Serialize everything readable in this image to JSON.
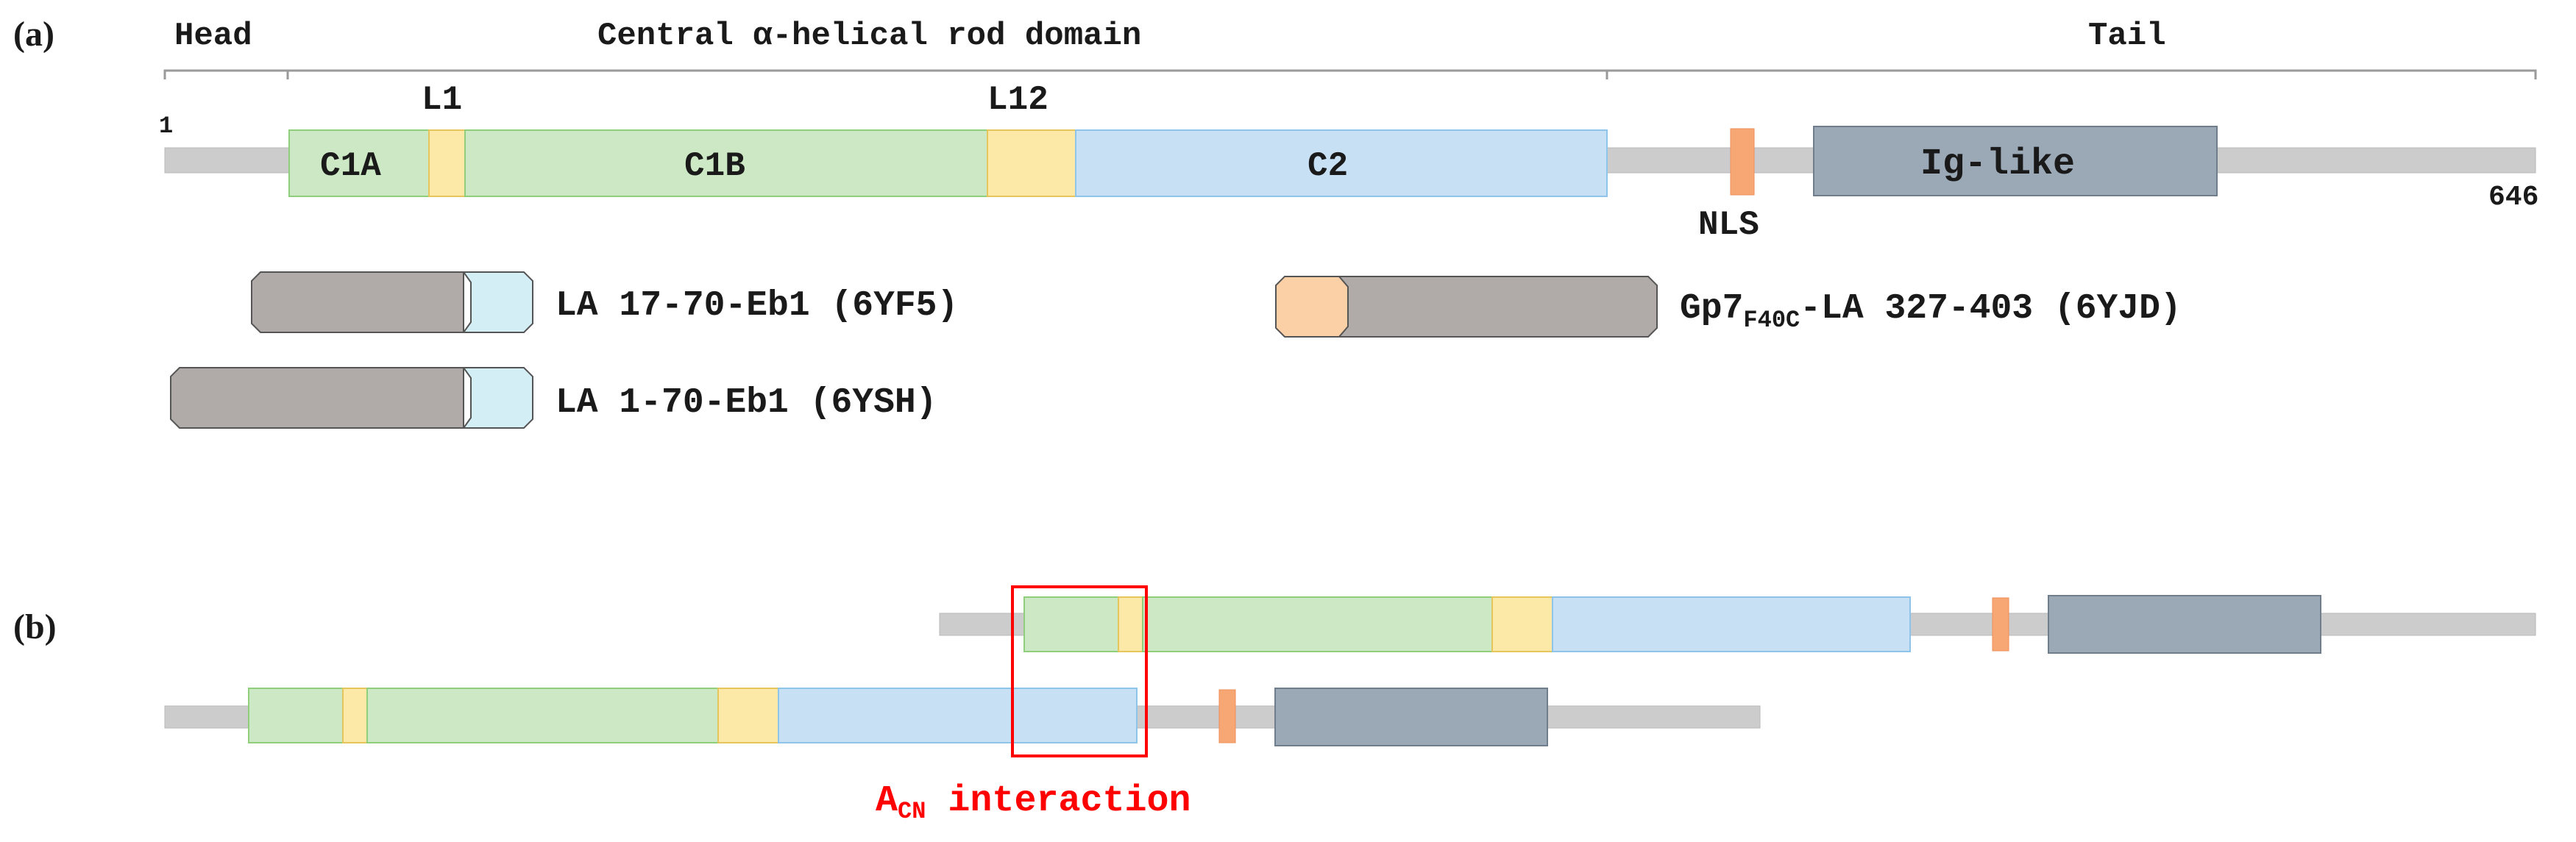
{
  "panels": {
    "a_label": "(a)",
    "b_label": "(b)"
  },
  "regions": {
    "head": "Head",
    "rod": "Central α-helical rod domain",
    "tail": "Tail"
  },
  "positions": {
    "start": "1",
    "end": "646"
  },
  "domains": {
    "c1a": "C1A",
    "l1": "L1",
    "c1b": "C1B",
    "l12": "L12",
    "c2": "C2",
    "nls": "NLS",
    "ig": "Ig-like"
  },
  "constructs": {
    "c1": "LA 17-70-Eb1 (6YF5)",
    "c2": "LA 1-70-Eb1 (6YSH)",
    "c3_main": "Gp7",
    "c3_sub": "F40C",
    "c3_rest": "-LA 327-403 (6YJD)"
  },
  "interaction": {
    "main": "A",
    "sub": "CN",
    "rest": " interaction"
  },
  "colors": {
    "backbone": "#cccccc",
    "coil1a": "#cde8c4",
    "coil1a_border": "#8fce7a",
    "linker": "#fce9a8",
    "linker_border": "#e6c65c",
    "coil2": "#c7e0f4",
    "coil2_border": "#8ec4ea",
    "nls": "#f7a774",
    "ig": "#9ba8b5",
    "construct_gray": "#b0aba9",
    "construct_cyan": "#d3eef4",
    "construct_orange": "#fbd0a6",
    "highlight": "#ff0000",
    "text": "#1a1a1a"
  }
}
